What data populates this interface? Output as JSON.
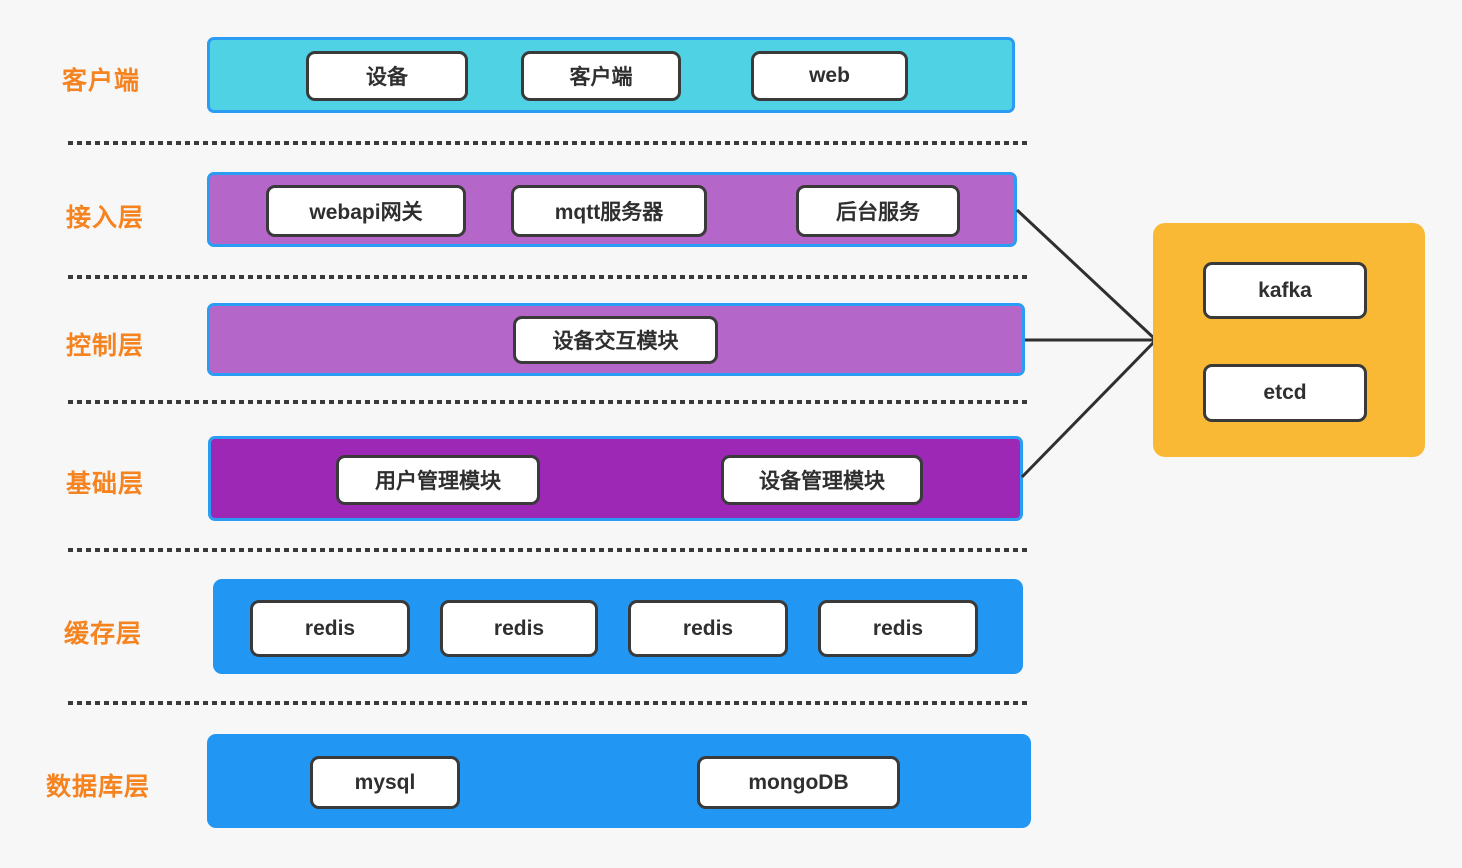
{
  "diagram": {
    "title": "layered-service-architecture",
    "layers": {
      "client": {
        "label": "客户端",
        "items": [
          "设备",
          "客户端",
          "web"
        ]
      },
      "access": {
        "label": "接入层",
        "items": [
          "webapi网关",
          "mqtt服务器",
          "后台服务"
        ]
      },
      "control": {
        "label": "控制层",
        "items": [
          "设备交互模块"
        ]
      },
      "foundation": {
        "label": "基础层",
        "items": [
          "用户管理模块",
          "设备管理模块"
        ]
      },
      "cache": {
        "label": "缓存层",
        "items": [
          "redis",
          "redis",
          "redis",
          "redis"
        ]
      },
      "database": {
        "label": "数据库层",
        "items": [
          "mysql",
          "mongoDB"
        ]
      }
    },
    "side_group": {
      "items": [
        "kafka",
        "etcd"
      ]
    },
    "connections": [
      {
        "from": "access-layer-bar",
        "to": "side-group"
      },
      {
        "from": "control-layer-bar",
        "to": "side-group"
      },
      {
        "from": "foundation-layer-bar",
        "to": "side-group"
      }
    ],
    "colors": {
      "background": "#f7f7f8",
      "label_orange": "#f5831f",
      "client_fill": "#4fd2e3",
      "access_fill": "#b566c9",
      "control_fill": "#b566c9",
      "foundation_fill": "#9d28b5",
      "cache_fill": "#2196f3",
      "database_fill": "#2196f3",
      "bar_border_blue": "#2b9cf3",
      "side_group_fill": "#f9b934",
      "node_border": "#3a3a3a",
      "line_color": "#2f2f2f"
    }
  }
}
